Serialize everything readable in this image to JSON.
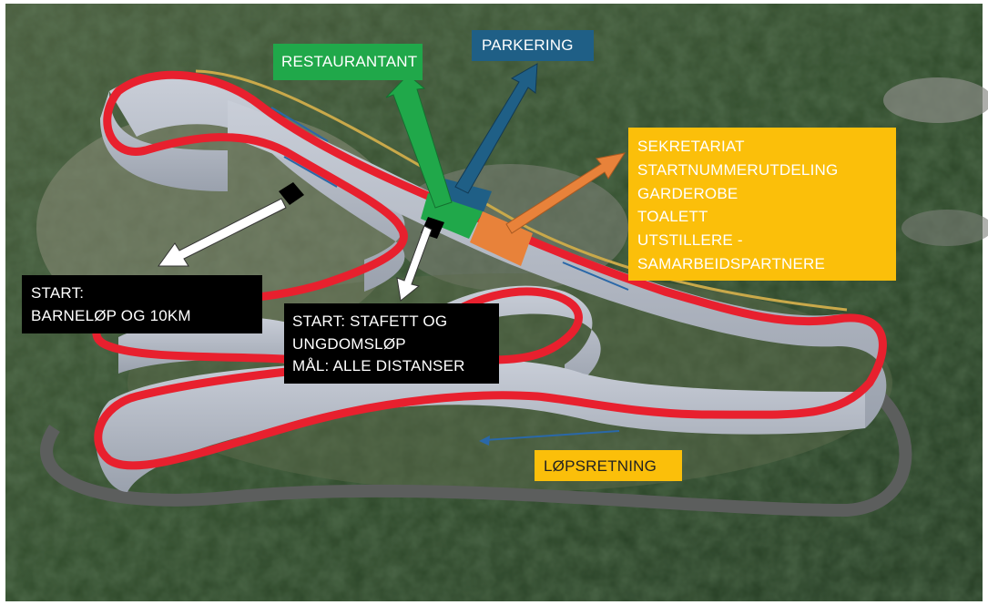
{
  "labels": {
    "restaurant": "RESTAURANTANT",
    "parking": "PARKERING",
    "secretariat": [
      "SEKRETARIAT",
      "STARTNUMMERUTDELING",
      "GARDEROBE",
      "TOALETT",
      "UTSTILLERE -",
      "SAMARBEIDSPARTNERE"
    ],
    "start_kids": [
      "START:",
      "BARNELØP OG 10KM"
    ],
    "start_relay": [
      "START: STAFETT OG",
      "UNGDOMSLØP",
      "MÅL: ALLE DISTANSER"
    ],
    "direction": "LØPSRETNING"
  },
  "colors": {
    "forest": "#2f4b2a",
    "track_wall": "#b9bec8",
    "track_line": "#e8202e",
    "restaurant": "#20a84a",
    "parking": "#1f5f86",
    "info": "#fbbf0a",
    "facility": "#e8823a",
    "start_box": "#000000"
  },
  "icons": [
    "arrow-up-icon",
    "arrow-up-right-icon",
    "arrow-right-icon",
    "arrow-down-left-icon",
    "arrow-down-icon",
    "direction-arrow-icon"
  ]
}
